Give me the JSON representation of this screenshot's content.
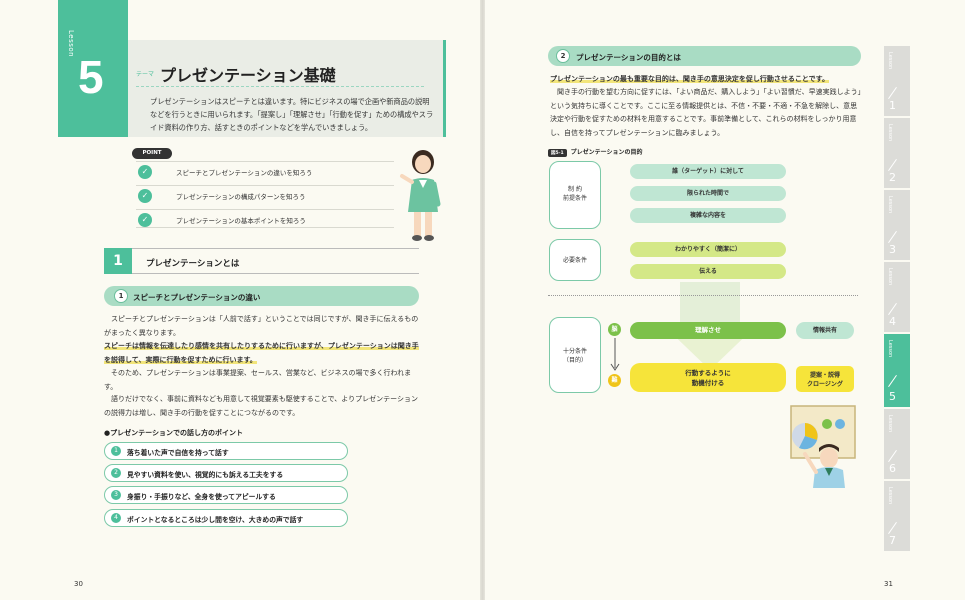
{
  "lesson": {
    "word": "Lesson",
    "number": "5"
  },
  "theme": {
    "tag": "テーマ",
    "title": "プレゼンテーション基礎",
    "description": "プレゼンテーションはスピーチとは違います。特にビジネスの場で企画や新商品の説明などを行うときに用いられます。「提案し」「理解させ」「行動を促す」ための構成やスライド資料の作り方、話すときのポイントなどを学んでいきましょう。"
  },
  "point": {
    "tag": "POINT",
    "items": [
      "スピーチとプレゼンテーションの違いを知ろう",
      "プレゼンテーションの構成パターンを知ろう",
      "プレゼンテーションの基本ポイントを知ろう"
    ]
  },
  "section1": {
    "num": "1",
    "title": "プレゼンテーションとは",
    "sub1": {
      "num": "1",
      "title": "スピーチとプレゼンテーションの違い"
    },
    "para1": "スピーチとプレゼンテーションは「人前で話す」ということでは同じですが、聞き手に伝えるものがまったく異なります。",
    "para2_hl": "スピーチは情報を伝達したり感情を共有したりするために行いますが、プレゼンテーションは聞き手を説得して、実際に行動を促すために行います。",
    "para3": "そのため、プレゼンテーションは事業提案、セールス、営業など、ビジネスの場で多く行われます。",
    "para4": "語りだけでなく、事前に資料なども用意して視覚要素も駆使することで、よりプレゼンテーションの説得力は増し、聞き手の行動を促すことにつながるのです。",
    "tips_head": "●プレゼンテーションでの話し方のポイント",
    "tips": [
      {
        "num": "1",
        "label": "落ち着いた声で自信を持って話す"
      },
      {
        "num": "2",
        "label": "見やすい資料を使い、視覚的にも訴える工夫をする"
      },
      {
        "num": "3",
        "label": "身振り・手振りなど、全身を使ってアピールする"
      },
      {
        "num": "4",
        "label": "ポイントとなるところは少し間を空け、大きめの声で話す"
      }
    ]
  },
  "sub2": {
    "num": "2",
    "title": "プレゼンテーションの目的とは",
    "para_hl": "プレゼンテーションの最も重要な目的は、聞き手の意思決定を促し行動させることです。",
    "para": "聞き手の行動を望む方向に促すには、「よい商品だ、購入しよう」「よい習慣だ、早速実践しよう」という気持ちに導くことです。ここに至る情報提供とは、不信・不要・不適・不急を解除し、意思決定や行動を促すための材料を用意することです。事前準備として、これらの材料をしっかり用意し、自信を持ってプレゼンテーションに臨みましょう。"
  },
  "figure": {
    "tag": "図5-1",
    "title": "プレゼンテーションの目的",
    "constraint_label_1": "制 約",
    "constraint_label_2": "前提条件",
    "constraint_bars": [
      "誰（ターゲット）に対して",
      "限られた時間で",
      "複雑な内容を"
    ],
    "necessary_label": "必要条件",
    "necessary_bars": [
      "わかりやすく（簡潔に）",
      "伝える"
    ],
    "sufficient_label_1": "十分条件",
    "sufficient_label_2": "（目的）",
    "stage1_mark": "脳",
    "stage2_mark": "難",
    "understand": "理解させ",
    "info_share": "情報共有",
    "action_1": "行動するように",
    "action_2": "動機付ける",
    "proposal_1": "提案・説得",
    "proposal_2": "クロージング"
  },
  "tabs": [
    {
      "word": "Lesson",
      "num": "1"
    },
    {
      "word": "Lesson",
      "num": "2"
    },
    {
      "word": "Lesson",
      "num": "3"
    },
    {
      "word": "Lesson",
      "num": "4"
    },
    {
      "word": "Lesson",
      "num": "5"
    },
    {
      "word": "Lesson",
      "num": "6"
    },
    {
      "word": "Lesson",
      "num": "7"
    }
  ],
  "page_numbers": {
    "left": "30",
    "right": "31"
  },
  "colors": {
    "accent": "#4dbf9b",
    "highlight": "#f2e57a",
    "green": "#7cc14a",
    "yellow": "#f6e43a"
  }
}
